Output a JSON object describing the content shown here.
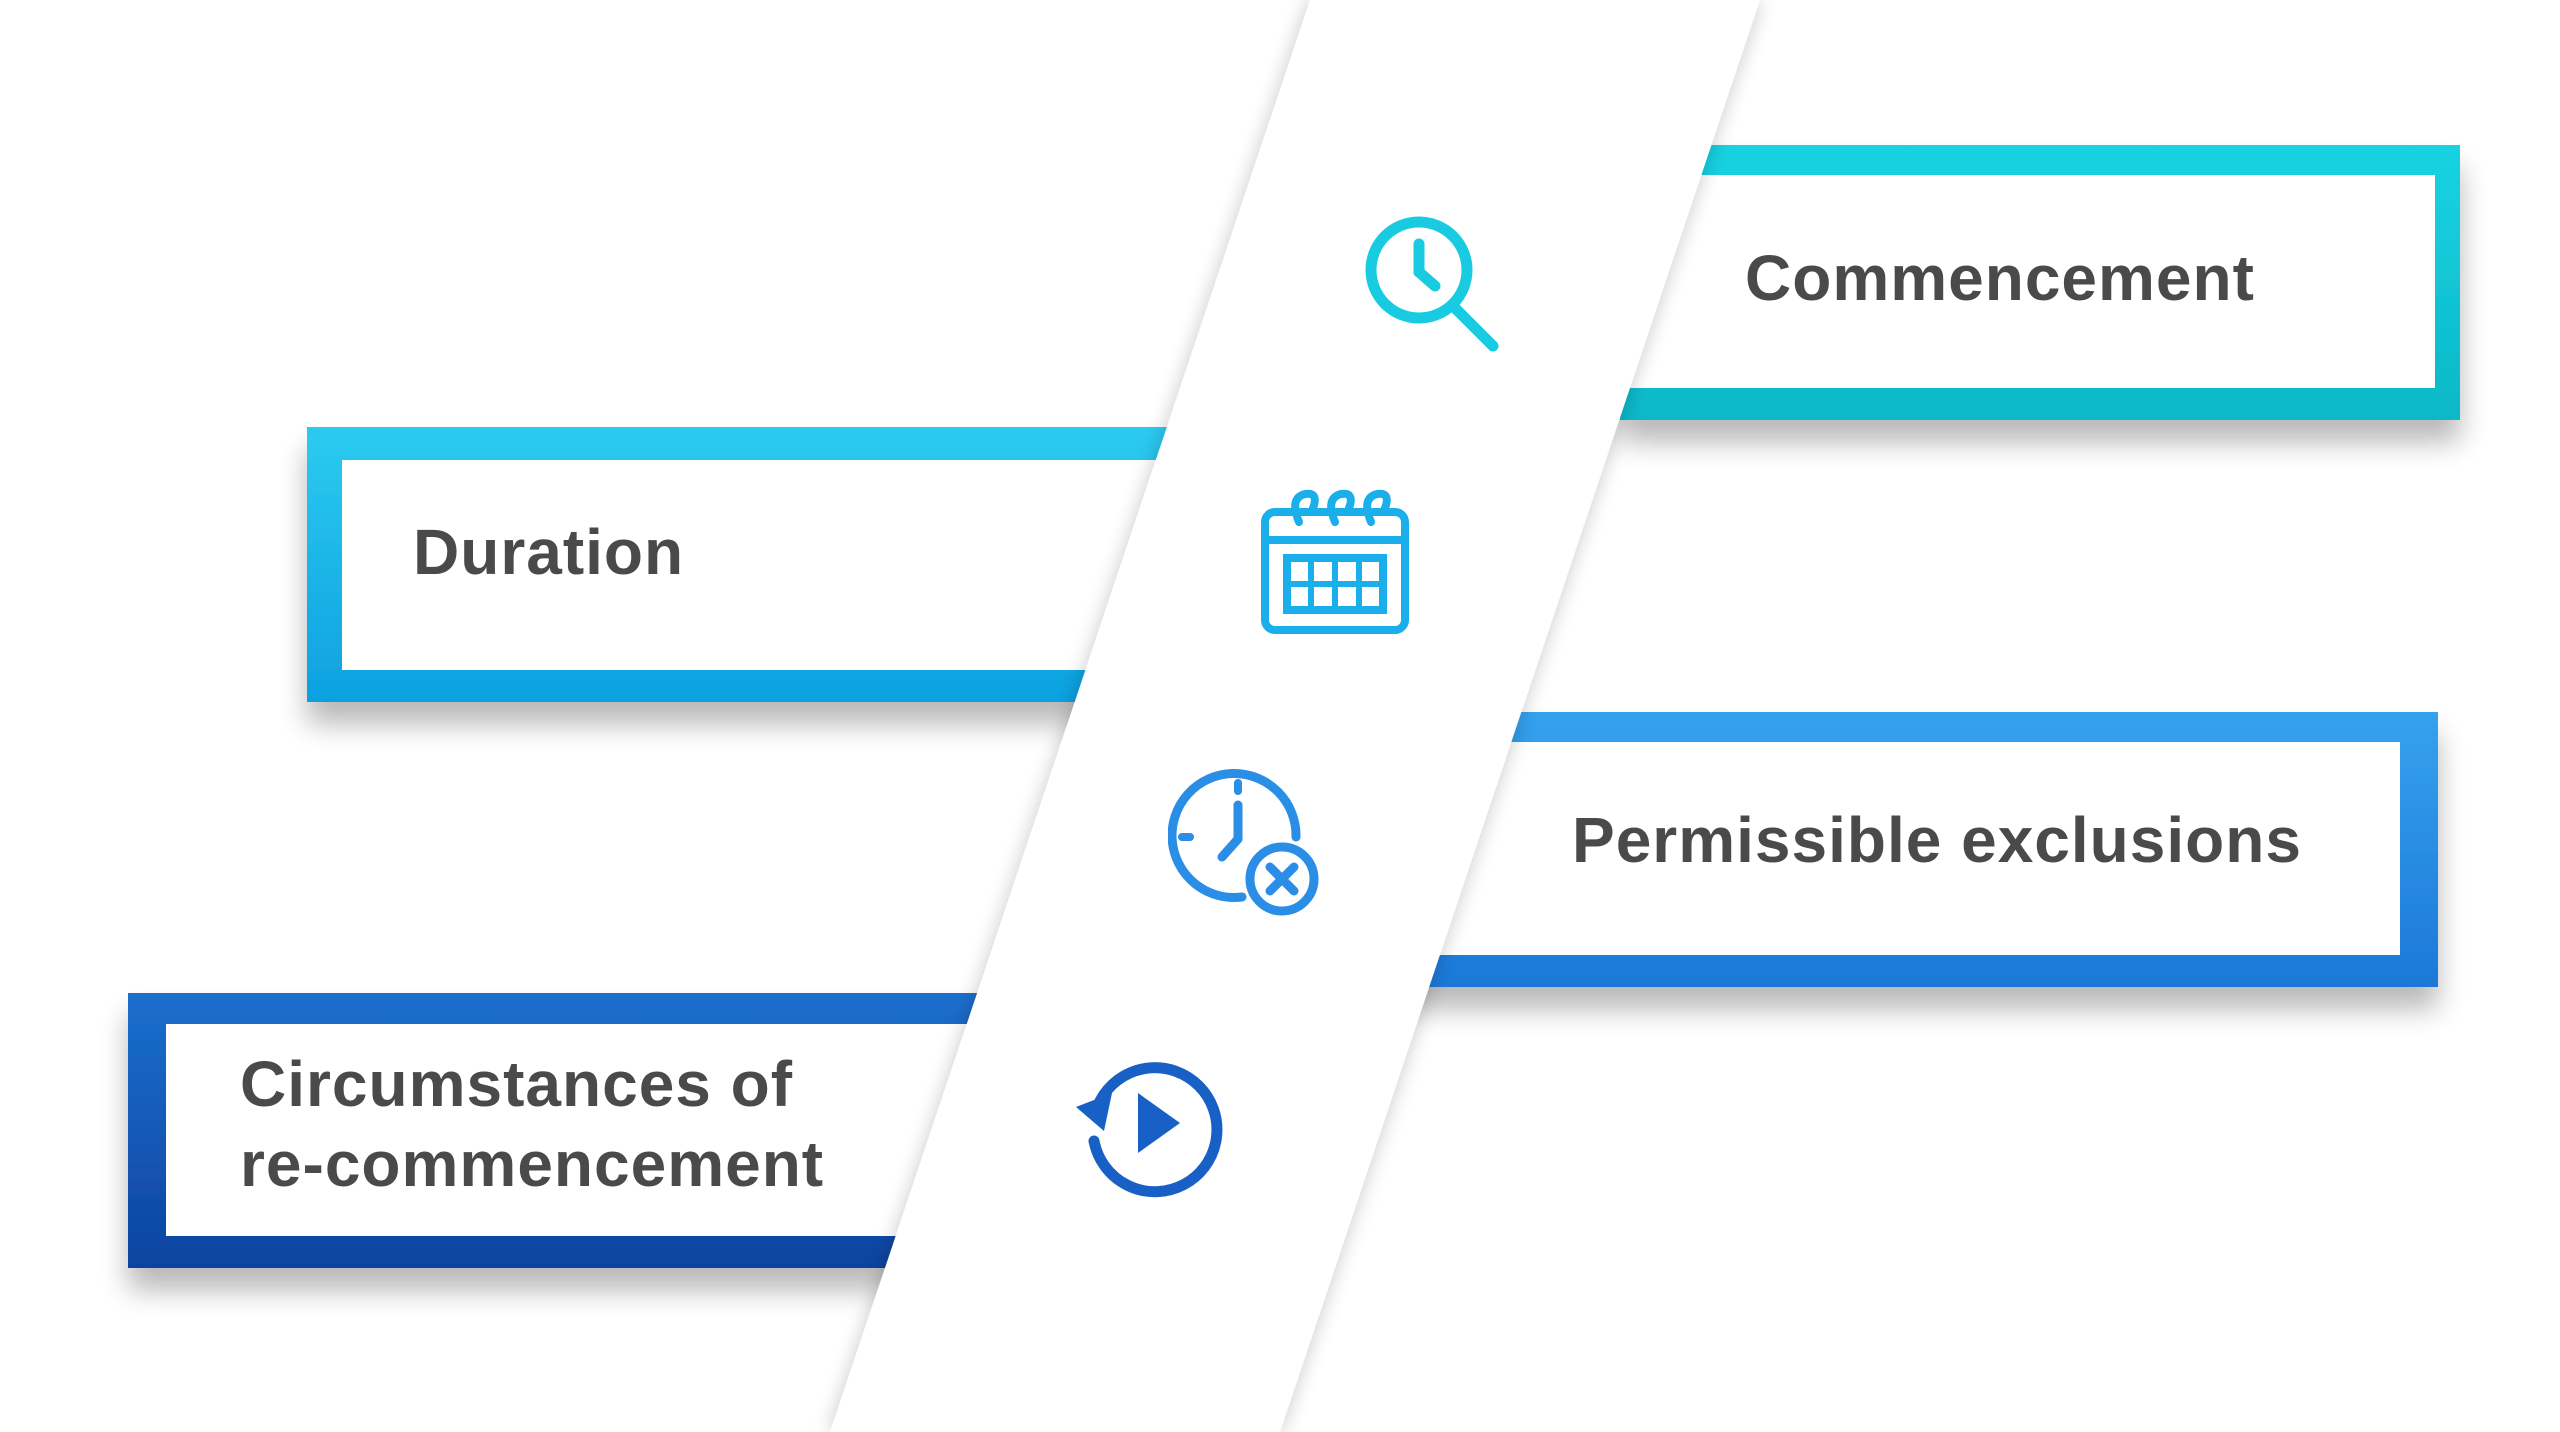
{
  "items": [
    {
      "label": "Commencement",
      "color": "#17c9dc",
      "icon": "clock-search-icon"
    },
    {
      "label": "Duration",
      "color": "#22b3ea",
      "icon": "calendar-icon"
    },
    {
      "label": "Permissible exclusions",
      "color": "#2b8fe6",
      "icon": "clock-cancel-icon"
    },
    {
      "label_line1": "Circumstances of",
      "label_line2": "re-commencement",
      "color": "#1558b8",
      "icon": "restart-play-icon"
    }
  ],
  "colors": {
    "text": "#4a4a4a",
    "band": "#ffffff",
    "background": "#ffffff"
  }
}
